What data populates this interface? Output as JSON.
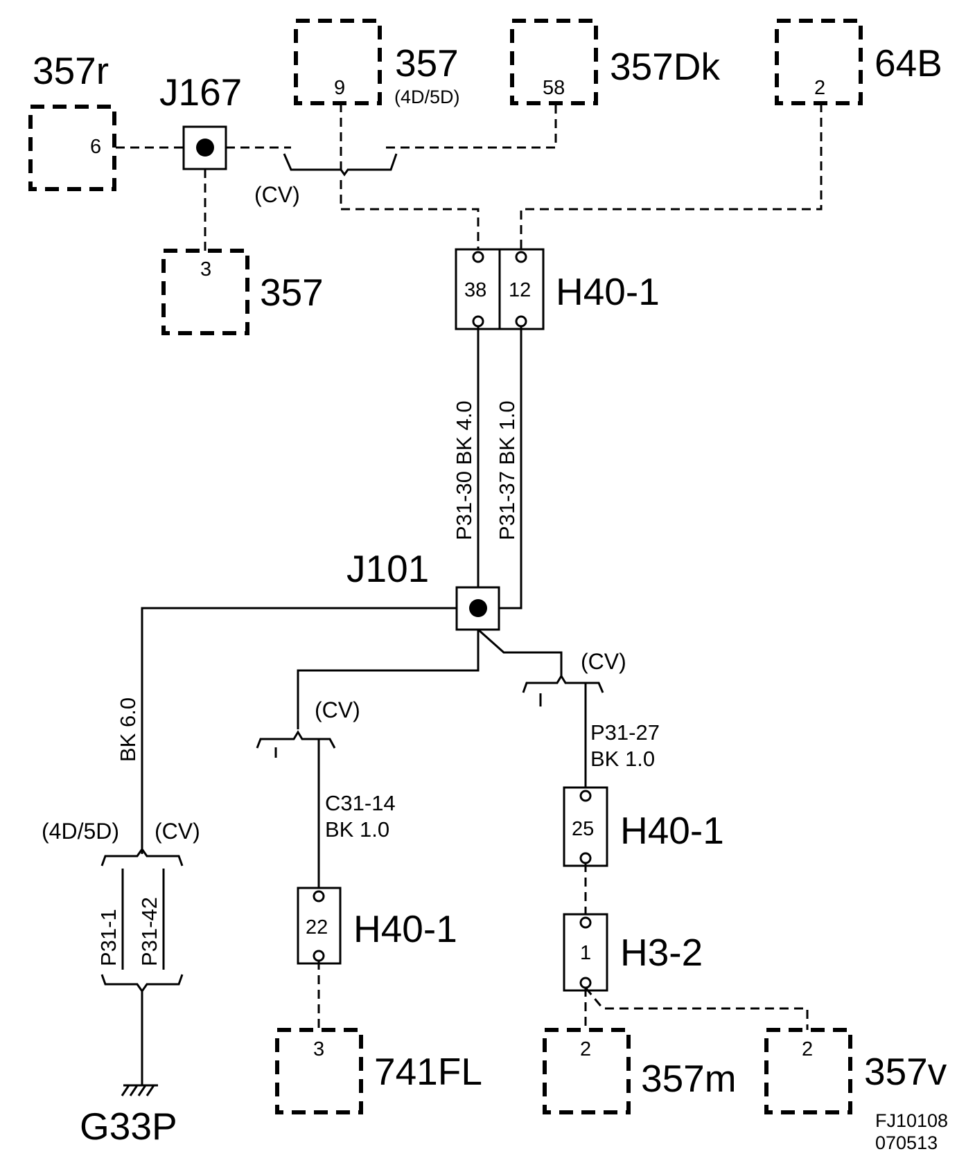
{
  "components": {
    "c357r": {
      "label": "357r",
      "pin": "6"
    },
    "c357_top": {
      "label": "357",
      "sublabel": "(4D/5D)",
      "pin": "9"
    },
    "c357dk": {
      "label": "357Dk",
      "pin": "58"
    },
    "c64b": {
      "label": "64B",
      "pin": "2"
    },
    "c357_mid": {
      "label": "357",
      "pin": "3"
    },
    "c741fl": {
      "label": "741FL",
      "pin": "3"
    },
    "c357m": {
      "label": "357m",
      "pin": "2"
    },
    "c357v": {
      "label": "357v",
      "pin": "2"
    }
  },
  "junctions": {
    "j167": {
      "label": "J167"
    },
    "j101": {
      "label": "J101"
    }
  },
  "connectors": {
    "h40_top": {
      "label": "H40-1",
      "pins": [
        "38",
        "12"
      ]
    },
    "h40_left": {
      "label": "H40-1",
      "pin": "22"
    },
    "h40_right": {
      "label": "H40-1",
      "pin": "25"
    },
    "h3_2": {
      "label": "H3-2",
      "pin": "1"
    }
  },
  "wires": {
    "w_p3130": "P31-30  BK  4.0",
    "w_p3137": "P31-37  BK  1.0",
    "w_bk60": "BK  6.0",
    "w_p311": "P31-1",
    "w_p3142": "P31-42",
    "w_c3114_a": "C31-14",
    "w_c3114_b": "BK    1.0",
    "w_p3127_a": "P31-27",
    "w_p3127_b": "BK  1.0"
  },
  "variants": {
    "cv_top": "(CV)",
    "cv_left": "(CV)",
    "cv_right": "(CV)",
    "ground_4d5d": "(4D/5D)",
    "ground_cv": "(CV)"
  },
  "ground": {
    "label": "G33P"
  },
  "footer": {
    "code": "FJ10108",
    "date": "070513"
  }
}
